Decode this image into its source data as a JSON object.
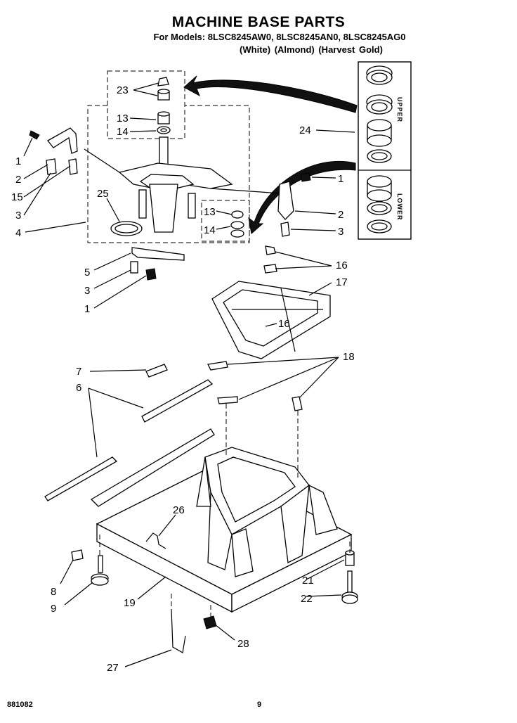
{
  "header": {
    "title": "MACHINE BASE PARTS",
    "models": "For Models: 8LSC8245AW0, 8LSC8245AN0, 8LSC8245AG0",
    "colors": "(White)    (Almond) (Harvest Gold)"
  },
  "footer": {
    "code": "881082",
    "page": "9"
  },
  "side_labels": {
    "upper": "UPPER",
    "lower": "LOWER"
  },
  "callouts": {
    "c23": "23",
    "c13a": "13",
    "c14a": "14",
    "c24": "24",
    "c1a": "1",
    "c2a": "2",
    "c15": "15",
    "c3a": "3",
    "c4": "4",
    "c25": "25",
    "c13b": "13",
    "c14b": "14",
    "c1b": "1",
    "c2b": "2",
    "c3b": "3",
    "c5": "5",
    "c3c": "3",
    "c1c": "1",
    "c16a": "16",
    "c17": "17",
    "c16b": "16",
    "c7": "7",
    "c6": "6",
    "c18": "18",
    "c26": "26",
    "c8": "8",
    "c9": "9",
    "c19": "19",
    "c21": "21",
    "c22": "22",
    "c28": "28",
    "c27": "27"
  }
}
